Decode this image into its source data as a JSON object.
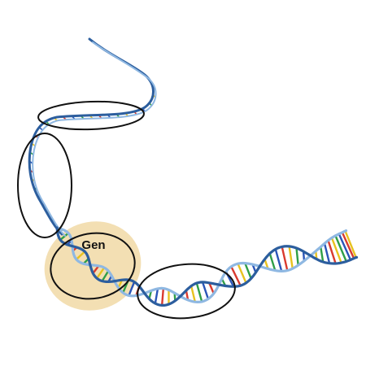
{
  "diagram": {
    "gene_label": "Gen",
    "colors": {
      "strand_dark": "#2c5e9e",
      "strand_light": "#8fb8e2",
      "base_pairs": [
        "#d93a2e",
        "#e8c21f",
        "#2f9e47",
        "#2a55b8"
      ],
      "circle_outline": "#111111",
      "gene_highlight": "#f3dfb3"
    },
    "regions": [
      {
        "name": "horizontal-ellipse"
      },
      {
        "name": "vertical-ellipse"
      },
      {
        "name": "gene-highlight-ellipse"
      },
      {
        "name": "right-ellipse"
      }
    ]
  }
}
